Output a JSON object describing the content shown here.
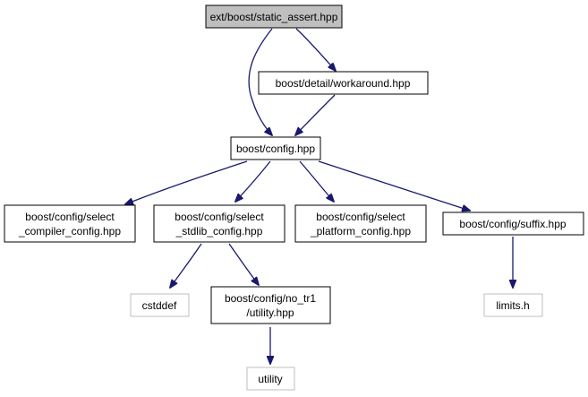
{
  "colors": {
    "edge": "#191970",
    "root_fill": "#bfbfbf",
    "node_fill": "#ffffff",
    "node_border": "#000000",
    "external_border": "#bfbfbf",
    "external_text": "#000000"
  },
  "nodes": {
    "static_assert": {
      "lines": [
        "ext/boost/static_assert.hpp"
      ],
      "kind": "root"
    },
    "workaround": {
      "lines": [
        "boost/detail/workaround.hpp"
      ],
      "kind": "header"
    },
    "config": {
      "lines": [
        "boost/config.hpp"
      ],
      "kind": "header"
    },
    "select_compiler": {
      "lines": [
        "boost/config/select",
        "_compiler_config.hpp"
      ],
      "kind": "header"
    },
    "select_stdlib": {
      "lines": [
        "boost/config/select",
        "_stdlib_config.hpp"
      ],
      "kind": "header"
    },
    "select_platform": {
      "lines": [
        "boost/config/select",
        "_platform_config.hpp"
      ],
      "kind": "header"
    },
    "suffix": {
      "lines": [
        "boost/config/suffix.hpp"
      ],
      "kind": "header"
    },
    "cstddef": {
      "lines": [
        "cstddef"
      ],
      "kind": "external"
    },
    "no_tr1_utility": {
      "lines": [
        "boost/config/no_tr1",
        "/utility.hpp"
      ],
      "kind": "header"
    },
    "limits_h": {
      "lines": [
        "limits.h"
      ],
      "kind": "external"
    },
    "utility": {
      "lines": [
        "utility"
      ],
      "kind": "external"
    }
  },
  "edges": [
    {
      "from": "static_assert",
      "to": "workaround"
    },
    {
      "from": "static_assert",
      "to": "config"
    },
    {
      "from": "workaround",
      "to": "config"
    },
    {
      "from": "config",
      "to": "select_compiler"
    },
    {
      "from": "config",
      "to": "select_stdlib"
    },
    {
      "from": "config",
      "to": "select_platform"
    },
    {
      "from": "config",
      "to": "suffix"
    },
    {
      "from": "select_stdlib",
      "to": "cstddef"
    },
    {
      "from": "select_stdlib",
      "to": "no_tr1_utility"
    },
    {
      "from": "no_tr1_utility",
      "to": "utility"
    },
    {
      "from": "suffix",
      "to": "limits_h"
    }
  ]
}
